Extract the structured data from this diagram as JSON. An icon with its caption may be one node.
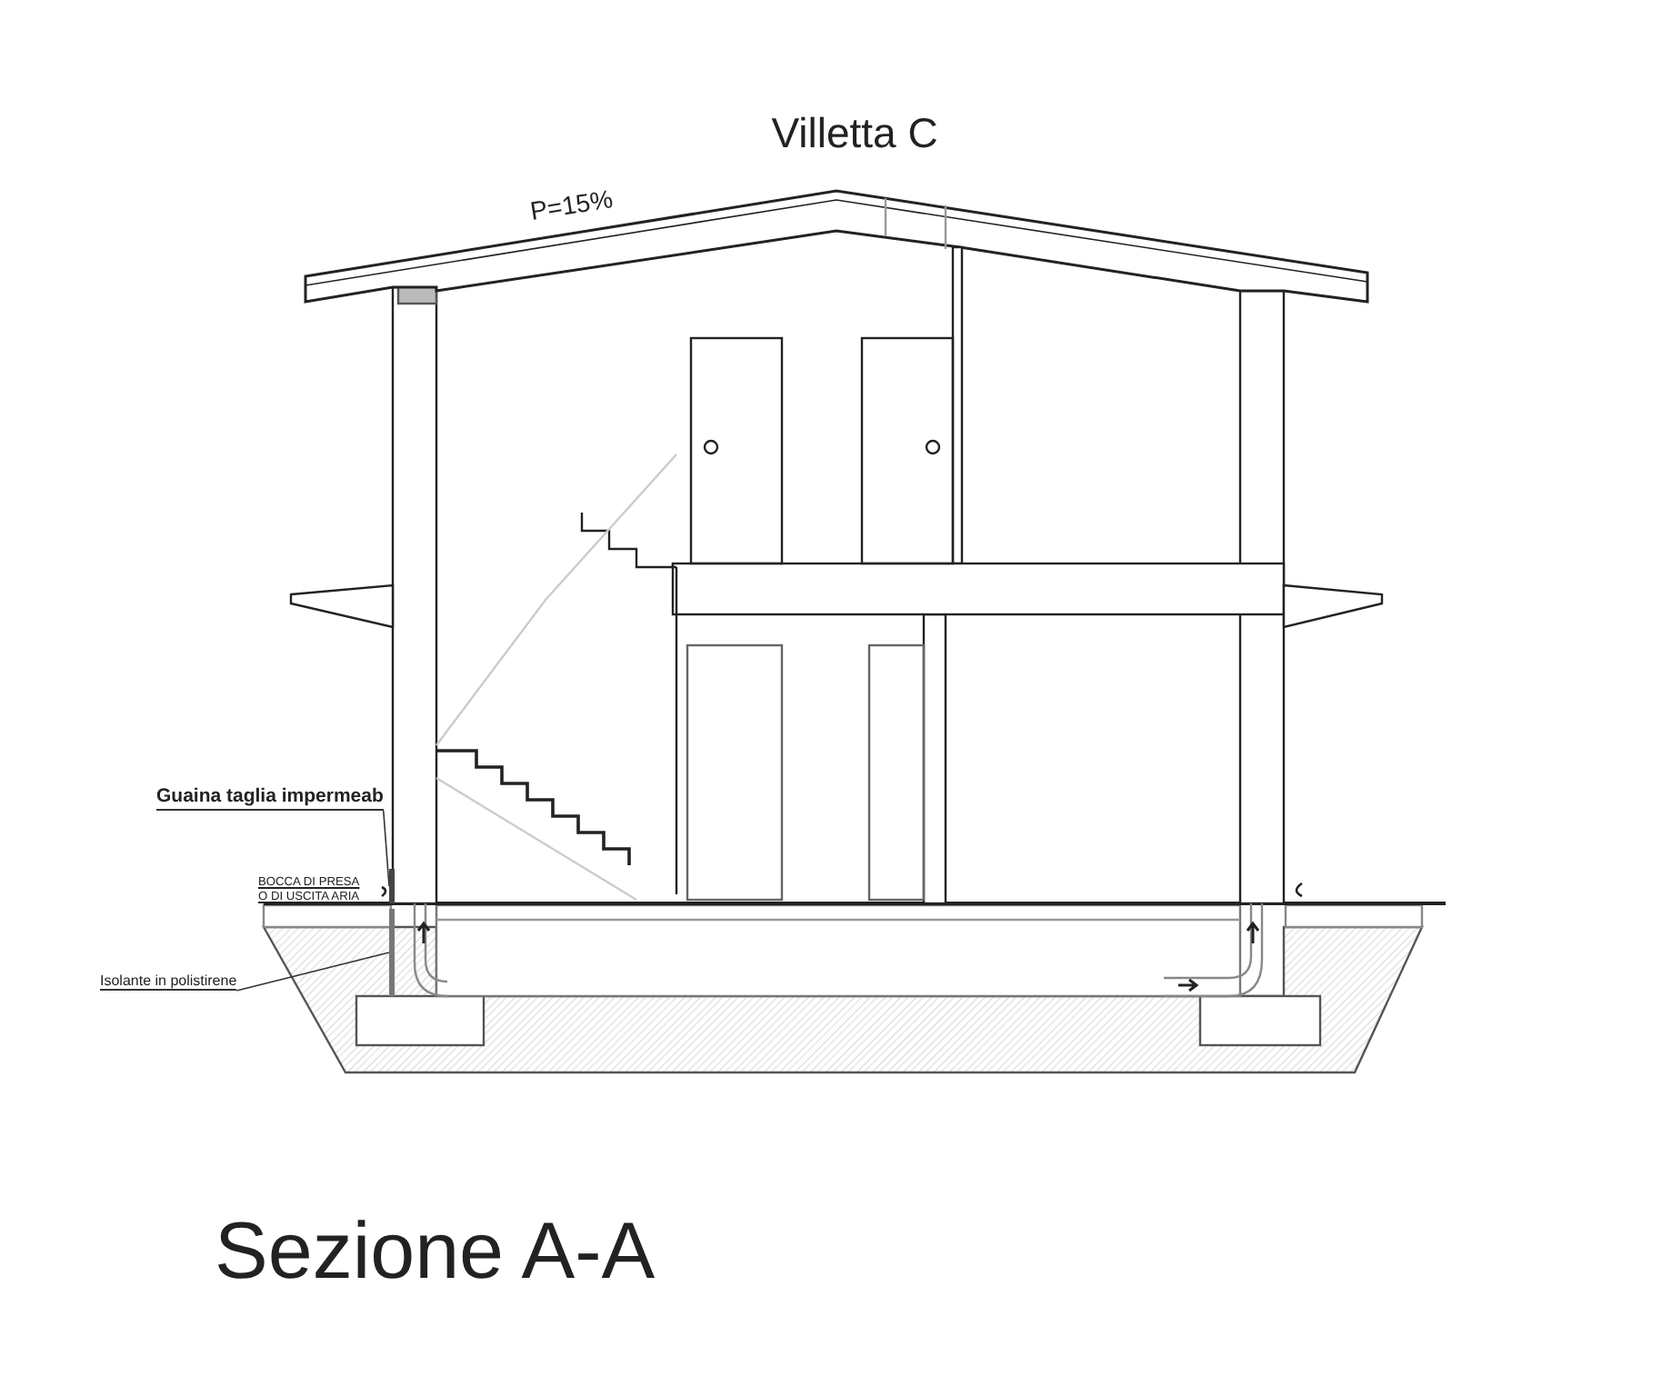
{
  "diagram": {
    "title": "Villetta C",
    "caption": "Sezione A-A",
    "nodes": [
      {
        "text": [
          "Guaina taglia impermeab"
        ]
      },
      {
        "text": [],
        "shape": "bar"
      },
      {
        "text": [
          "Isolante in polistirene"
        ]
      },
      {
        "text": [],
        "shape": "bar"
      }
    ],
    "edges": [
      {
        "from": 0,
        "to": 1,
        "arrow": "none"
      },
      {
        "from": 2,
        "to": 3,
        "arrow": "none"
      }
    ],
    "labels": [
      "P=15%",
      "BOCCA DI PRESA O DI USCITA ARIA"
    ]
  }
}
